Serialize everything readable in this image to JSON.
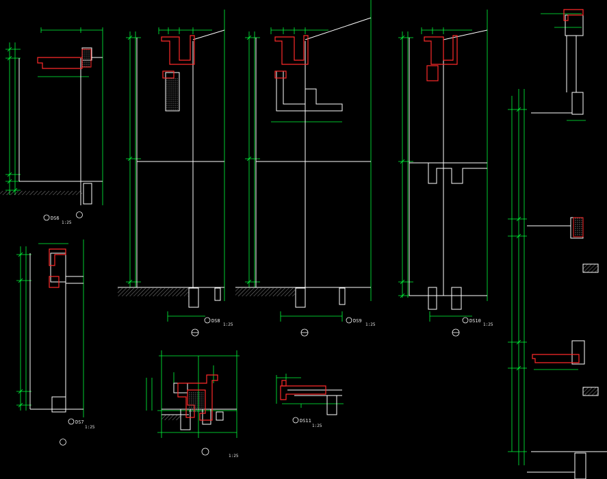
{
  "colors": {
    "background": "#000000",
    "dimension": "#00ff3c",
    "outline": "#ffffff",
    "section": "#ff2a2a",
    "hatch": "#9a9a9a",
    "text": "#e8e8e8"
  },
  "details": [
    {
      "id": "detail-1",
      "tag": "DS6",
      "scale": "1:25"
    },
    {
      "id": "detail-2",
      "tag": "DS8",
      "scale": "1:25"
    },
    {
      "id": "detail-3",
      "tag": "DS9",
      "scale": "1:25"
    },
    {
      "id": "detail-4",
      "tag": "DS10",
      "scale": "1:25"
    },
    {
      "id": "detail-5",
      "tag": "DS7",
      "scale": "1:25"
    },
    {
      "id": "detail-6",
      "tag": "",
      "scale": "1:25"
    },
    {
      "id": "detail-7",
      "tag": "DS11",
      "scale": "1:25"
    }
  ]
}
